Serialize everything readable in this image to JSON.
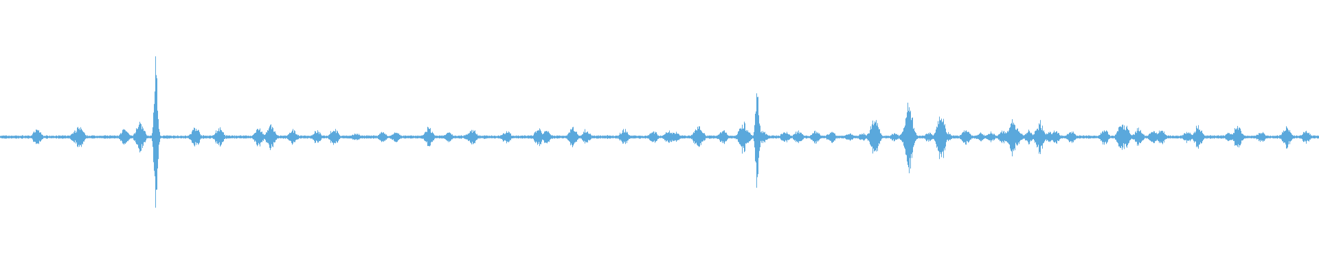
{
  "waveform": {
    "color": "#5aa8dc",
    "background": "#ffffff",
    "baseline_amplitude": 0.02,
    "peaks": [
      [
        0.028,
        0.1
      ],
      [
        0.06,
        0.14
      ],
      [
        0.094,
        0.1
      ],
      [
        0.106,
        0.2
      ],
      [
        0.118,
        1.0
      ],
      [
        0.148,
        0.13
      ],
      [
        0.166,
        0.12
      ],
      [
        0.196,
        0.12
      ],
      [
        0.205,
        0.15
      ],
      [
        0.222,
        0.09
      ],
      [
        0.24,
        0.08
      ],
      [
        0.253,
        0.11
      ],
      [
        0.325,
        0.12
      ],
      [
        0.358,
        0.1
      ],
      [
        0.384,
        0.08
      ],
      [
        0.408,
        0.11
      ],
      [
        0.434,
        0.13
      ],
      [
        0.473,
        0.1
      ],
      [
        0.495,
        0.08
      ],
      [
        0.512,
        0.07
      ],
      [
        0.528,
        0.1
      ],
      [
        0.548,
        0.09
      ],
      [
        0.566,
        0.08
      ],
      [
        0.578,
        0.08
      ],
      [
        0.595,
        0.07
      ],
      [
        0.605,
        0.08
      ],
      [
        0.618,
        0.08
      ],
      [
        0.63,
        0.07
      ],
      [
        0.644,
        0.05
      ],
      [
        0.654,
        0.05
      ],
      [
        0.66,
        0.07
      ],
      [
        0.678,
        0.05
      ],
      [
        0.685,
        0.06
      ],
      [
        0.704,
        0.06
      ],
      [
        0.714,
        0.1
      ],
      [
        0.718,
        0.06
      ],
      [
        0.732,
        0.1
      ],
      [
        0.743,
        0.05
      ],
      [
        0.751,
        0.06
      ],
      [
        0.76,
        0.08
      ],
      [
        0.771,
        0.1
      ],
      [
        0.78,
        0.08
      ],
      [
        0.795,
        0.07
      ],
      [
        0.8,
        0.08
      ],
      [
        0.812,
        0.08
      ],
      [
        0.837,
        0.1
      ],
      [
        0.853,
        0.08
      ],
      [
        0.863,
        0.12
      ],
      [
        0.874,
        0.08
      ],
      [
        0.9,
        0.07
      ],
      [
        0.908,
        0.08
      ],
      [
        0.932,
        0.06
      ],
      [
        0.956,
        0.07
      ],
      [
        0.975,
        0.05
      ],
      [
        0.99,
        0.08
      ],
      [
        0.574,
        0.68
      ],
      [
        0.563,
        0.2
      ],
      [
        0.688,
        0.25
      ],
      [
        0.689,
        0.4
      ],
      [
        0.663,
        0.25
      ],
      [
        0.713,
        0.34
      ],
      [
        0.767,
        0.22
      ],
      [
        0.788,
        0.19
      ],
      [
        0.85,
        0.18
      ],
      [
        0.853,
        0.14
      ],
      [
        0.88,
        0.1
      ],
      [
        0.908,
        0.14
      ],
      [
        0.938,
        0.14
      ],
      [
        0.975,
        0.14
      ],
      [
        0.53,
        0.15
      ],
      [
        0.507,
        0.09
      ],
      [
        0.444,
        0.09
      ],
      [
        0.414,
        0.08
      ],
      [
        0.383,
        0.07
      ],
      [
        0.356,
        0.07
      ],
      [
        0.34,
        0.06
      ],
      [
        0.3,
        0.06
      ],
      [
        0.29,
        0.06
      ],
      [
        0.27,
        0.05
      ],
      [
        0.057,
        0.08
      ]
    ]
  }
}
